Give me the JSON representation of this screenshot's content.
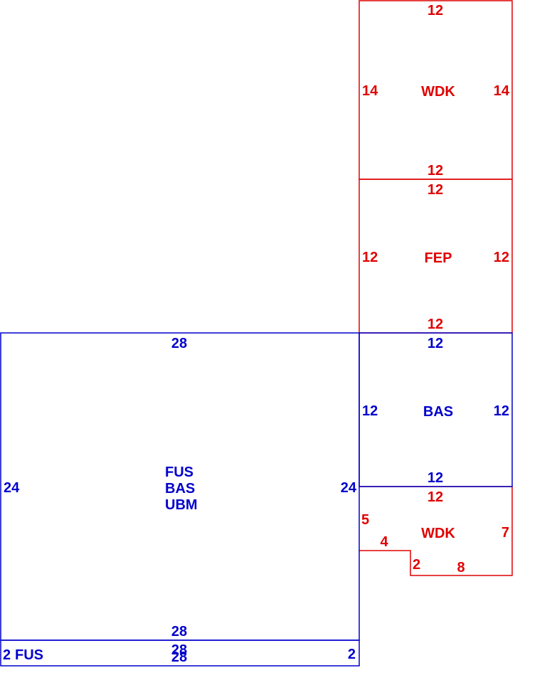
{
  "colors": {
    "blue": "#0000cc",
    "red": "#e00000"
  },
  "areas": {
    "wdk_top": {
      "name": "WDK",
      "top": "12",
      "bottom": "12",
      "left": "14",
      "right": "14"
    },
    "fep": {
      "name": "FEP",
      "top": "12",
      "bottom": "12",
      "left": "12",
      "right": "12"
    },
    "bas_small": {
      "name": "BAS",
      "top": "12",
      "bottom": "12",
      "left": "12",
      "right": "12"
    },
    "wdk_bottom": {
      "name": "WDK",
      "top": "12",
      "left": "5",
      "right": "7",
      "step_top": "4",
      "step_side": "2",
      "bottom": "8"
    },
    "main": {
      "line1": "FUS",
      "line2": "BAS",
      "line3": "UBM",
      "top": "28",
      "bottom": "28",
      "left": "24",
      "right": "24"
    },
    "fus_strip": {
      "name": "FUS",
      "top": "28",
      "bottom": "28",
      "left": "2",
      "right": "2"
    }
  }
}
